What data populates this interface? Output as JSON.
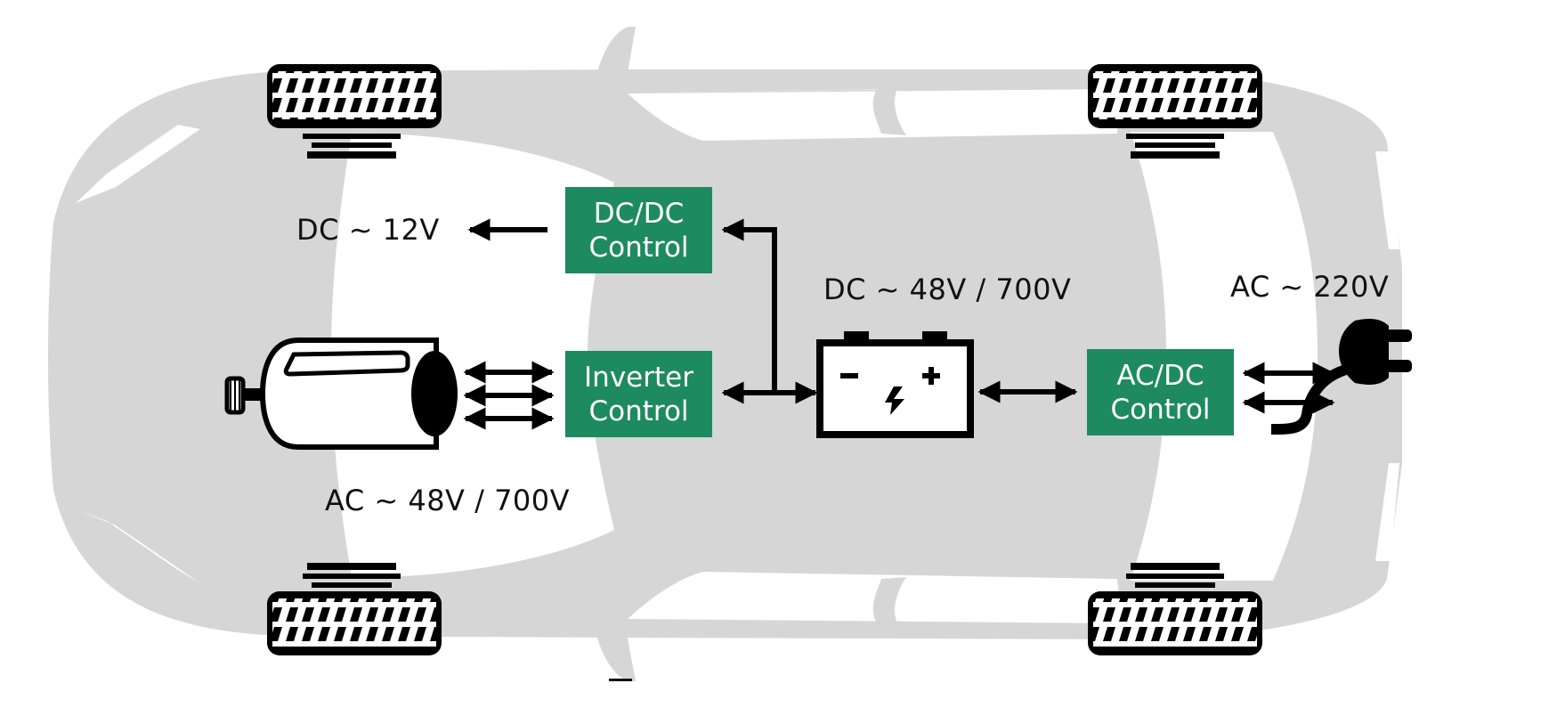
{
  "colors": {
    "car_body": "#d6d6d6",
    "control_box": "#1e8a5f",
    "ink": "#000000",
    "background": "#ffffff"
  },
  "icons": [
    "tire-icon",
    "motor-icon",
    "battery-icon",
    "plug-icon"
  ],
  "labels": {
    "dc_12v": "DC ~ 12V",
    "dc_high": "DC ~ 48V / 700V",
    "ac_220": "AC ~ 220V",
    "ac_high": "AC ~ 48V / 700V"
  },
  "boxes": {
    "dcdc": {
      "line1": "DC/DC",
      "line2": "Control"
    },
    "inverter": {
      "line1": "Inverter",
      "line2": "Control"
    },
    "acdc": {
      "line1": "AC/DC",
      "line2": "Control"
    }
  }
}
